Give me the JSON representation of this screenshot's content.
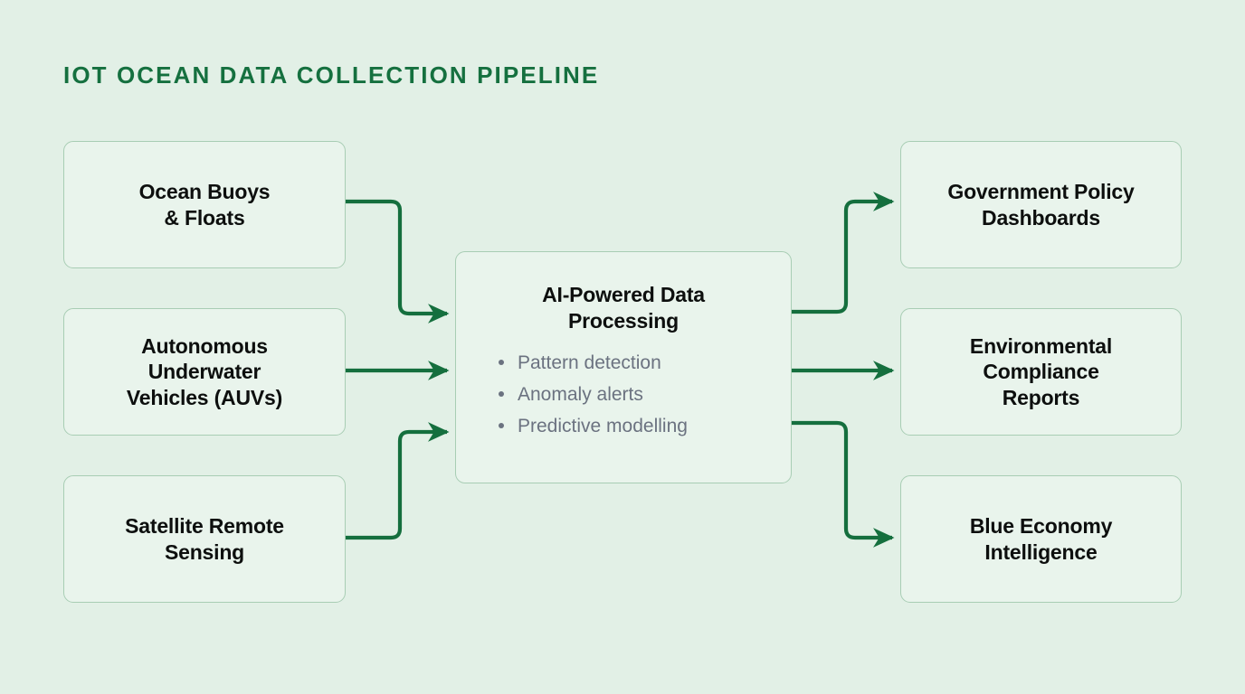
{
  "diagram": {
    "title": "IoT Ocean Data Collection Pipeline",
    "background_color": "#e2f0e6",
    "accent_color": "#15703f",
    "node_fill_color": "#e9f4ec",
    "node_border_color": "#a8cdb4",
    "connector_color": "#156f3e",
    "bullet_text_color": "#6b7280"
  },
  "sources": {
    "ocean_buoys": {
      "line1": "Ocean Buoys",
      "line2": "& Floats"
    },
    "auv": {
      "line1": "Autonomous",
      "line2": "Underwater",
      "line3": "Vehicles (AUVs)"
    },
    "satellite": {
      "line1": "Satellite Remote",
      "line2": "Sensing"
    }
  },
  "processing": {
    "title_line1": "AI-Powered Data",
    "title_line2": "Processing",
    "bullets": [
      "Pattern detection",
      "Anomaly alerts",
      "Predictive modelling"
    ]
  },
  "outputs": {
    "gov_dashboards": {
      "line1": "Government Policy",
      "line2": "Dashboards"
    },
    "compliance": {
      "line1": "Environmental",
      "line2": "Compliance",
      "line3": "Reports"
    },
    "blue_economy": {
      "line1": "Blue Economy",
      "line2": "Intelligence"
    }
  },
  "connectors": [
    {
      "name": "ocean-buoys-to-processing",
      "from": "ocean_buoys",
      "to": "processing"
    },
    {
      "name": "auv-to-processing",
      "from": "auv",
      "to": "processing"
    },
    {
      "name": "satellite-to-processing",
      "from": "satellite",
      "to": "processing"
    },
    {
      "name": "processing-to-gov-dashboards",
      "from": "processing",
      "to": "gov_dashboards"
    },
    {
      "name": "processing-to-compliance",
      "from": "processing",
      "to": "compliance"
    },
    {
      "name": "processing-to-blue-economy",
      "from": "processing",
      "to": "blue_economy"
    }
  ]
}
